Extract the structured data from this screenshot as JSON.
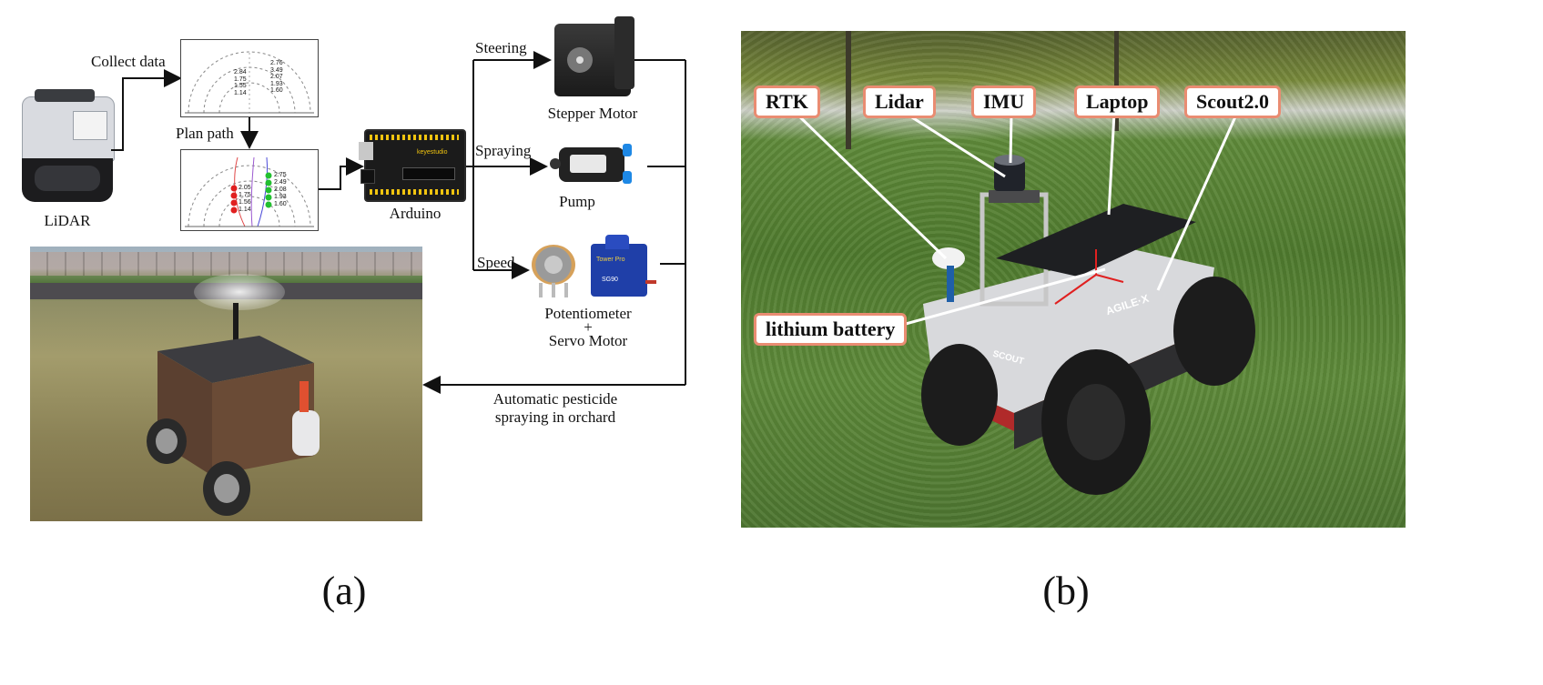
{
  "panel_a": {
    "label": "(a)",
    "lidar_label": "LiDAR",
    "collect_data": "Collect data",
    "plan_path": "Plan path",
    "arduino_label": "Arduino",
    "steering": "Steering",
    "spraying": "Spraying",
    "speed": "Speed",
    "stepper_motor": "Stepper Motor",
    "pump": "Pump",
    "potentiometer": "Potentiometer",
    "plus": "+",
    "servo_motor": "Servo Motor",
    "result_line1": "Automatic pesticide",
    "result_line2": "spraying in orchard",
    "plot1_values_left": [
      "2.84",
      "1.75",
      "1.55",
      "1.14"
    ],
    "plot1_values_right": [
      "2.76",
      "3.49",
      "2.07",
      "1.93",
      "1.60"
    ],
    "plot2_values_left": [
      "2.05",
      "1.75",
      "1.56",
      "1.14"
    ],
    "plot2_values_right": [
      "2.75",
      "2.49",
      "2.08",
      "1.93",
      "1.60"
    ],
    "arduino_board_text": "keyestudio",
    "servo_brand": "Tower Pro",
    "servo_model": "SG90"
  },
  "panel_b": {
    "label": "(b)",
    "tags": {
      "rtk": "RTK",
      "lidar": "Lidar",
      "imu": "IMU",
      "laptop": "Laptop",
      "scout": "Scout2.0",
      "battery": "lithium battery"
    },
    "robot_logo": "AGILE·X",
    "robot_side": "SCOUT"
  },
  "colors": {
    "tag_border": "#e98c72",
    "pointer_red": "#e02020",
    "grass": "#5e8a3a"
  }
}
